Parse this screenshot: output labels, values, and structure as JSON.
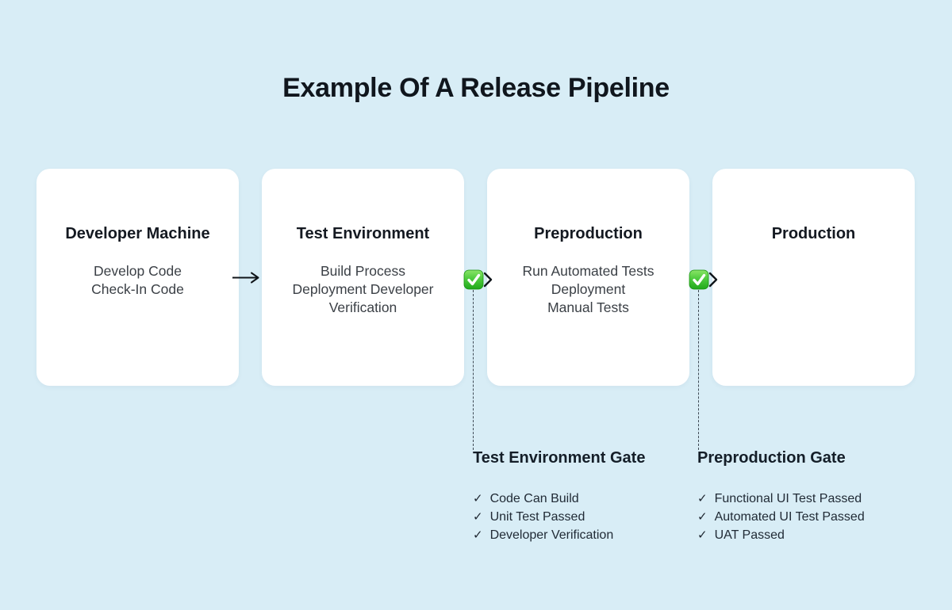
{
  "title": "Example Of A Release Pipeline",
  "stages": [
    {
      "title": "Developer Machine",
      "lines": [
        "Develop Code",
        "Check-In Code"
      ]
    },
    {
      "title": "Test Environment",
      "lines": [
        "Build Process",
        "Deployment Developer",
        "Verification"
      ]
    },
    {
      "title": "Preproduction",
      "lines": [
        "Run Automated Tests",
        "Deployment",
        "Manual Tests"
      ]
    },
    {
      "title": "Production",
      "lines": []
    }
  ],
  "gates": [
    {
      "title": "Test Environment Gate",
      "checks": [
        "Code Can Build",
        "Unit Test Passed",
        "Developer Verification"
      ]
    },
    {
      "title": "Preproduction Gate",
      "checks": [
        "Functional UI Test Passed",
        "Automated UI Test Passed",
        "UAT Passed"
      ]
    }
  ],
  "icons": {
    "check_glyph": "✓"
  },
  "colors": {
    "background": "#d8edf6",
    "card_background": "#ffffff",
    "heading_text": "#10161d",
    "body_text": "#3b4046",
    "arrow": "#10151a",
    "gate_green_top": "#8be467",
    "gate_green_bottom": "#1fa81a",
    "dashed_line": "#3f4a55"
  }
}
